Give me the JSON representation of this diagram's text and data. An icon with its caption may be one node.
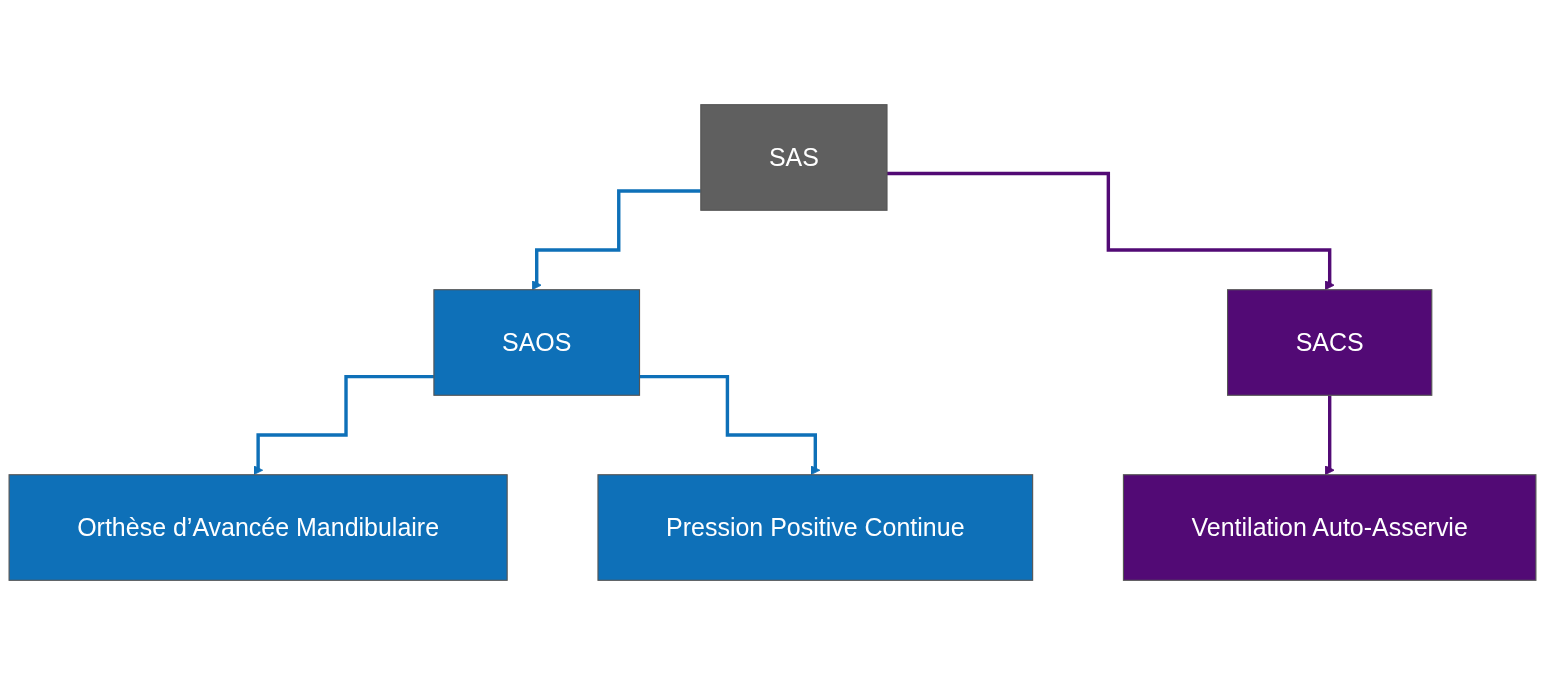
{
  "diagram": {
    "nodes": [
      {
        "text": [
          "SAS"
        ]
      },
      {
        "text": [
          "SAOS"
        ]
      },
      {
        "text": [
          "SACS"
        ]
      },
      {
        "text": [
          "Orthèse d’Avancée Mandibulaire"
        ]
      },
      {
        "text": [
          "Pression Positive Continue"
        ]
      },
      {
        "text": [
          "Ventilation Auto-Asservie"
        ]
      }
    ],
    "edges": [
      {
        "from": 0,
        "to": 1,
        "arrow": "to"
      },
      {
        "from": 0,
        "to": 2,
        "arrow": "to",
        "color": "#520a75"
      },
      {
        "from": 1,
        "to": 3,
        "arrow": "to"
      },
      {
        "from": 1,
        "to": 4,
        "arrow": "to"
      },
      {
        "from": 2,
        "to": 5,
        "arrow": "to",
        "color": "#520a75"
      }
    ]
  }
}
